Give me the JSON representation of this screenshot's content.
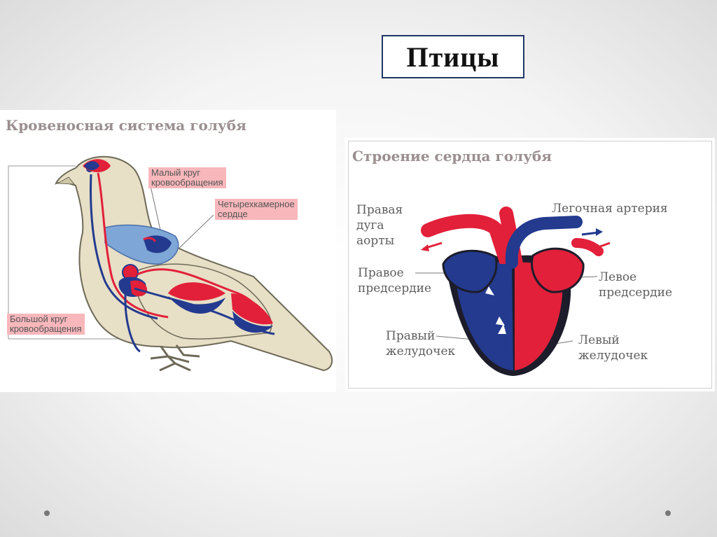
{
  "slide": {
    "title": "Птицы"
  },
  "left_figure": {
    "heading": "Кровеносная система голубя",
    "callouts": {
      "small_circle": [
        "Малый круг",
        "кровообращения"
      ],
      "heart": [
        "Четырехкамерное",
        "сердце"
      ],
      "large_circle": [
        "Большой круг",
        "кровообращения"
      ]
    }
  },
  "right_figure": {
    "heading": "Строение сердца голубя",
    "labels": {
      "aorta_arch": [
        "Правая",
        "дуга",
        "аорты"
      ],
      "pulmonary_artery": [
        "Легочная артерия"
      ],
      "right_atrium": [
        "Правое",
        "предсердие"
      ],
      "left_atrium": [
        "Левое",
        "предсердие"
      ],
      "right_ventricle": [
        "Правый",
        "желудочек"
      ],
      "left_ventricle": [
        "Левый",
        "желудочек"
      ]
    }
  },
  "colors": {
    "arterial": "#e2203a",
    "venous": "#233a8f",
    "lung": "#7ea6d6",
    "body": "#e7dfc6",
    "callout_bg": "#f7b7bb"
  }
}
